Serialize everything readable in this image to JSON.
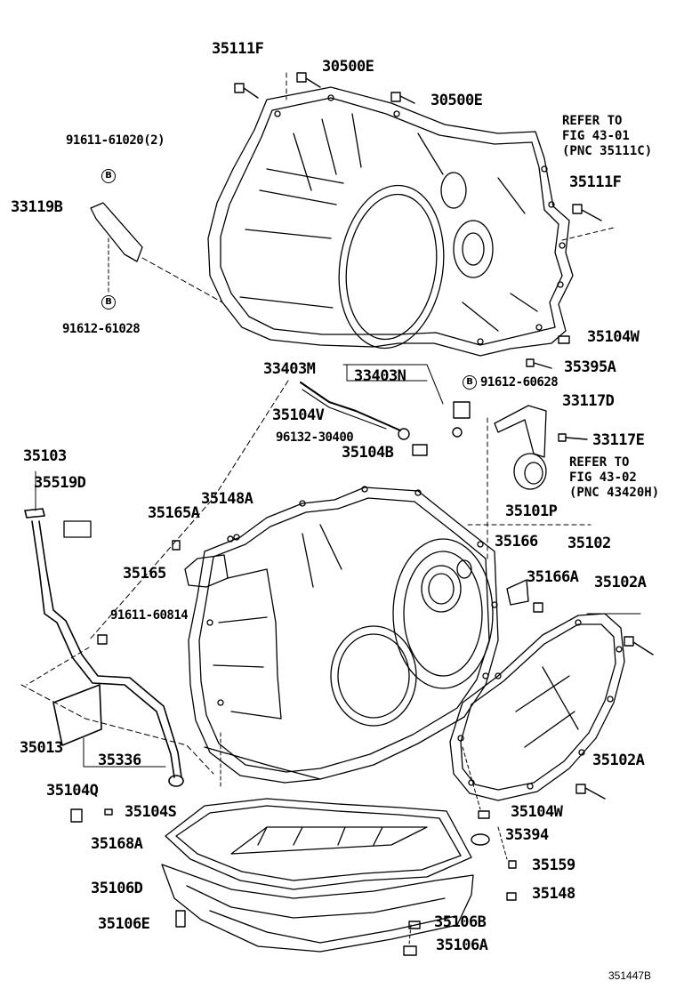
{
  "labels": {
    "p35111F_a": "35111F",
    "p30500E_a": "30500E",
    "p30500E_b": "30500E",
    "p91611_61020": "91611-61020(2)",
    "p33119B": "33119B",
    "p91612_61028": "91612-61028",
    "p35111F_b": "35111F",
    "p35104W_a": "35104W",
    "p33403M": "33403M",
    "p33403N": "33403N",
    "p35395A": "35395A",
    "p91612_60628": "91612-60628",
    "p33117D": "33117D",
    "p35104V": "35104V",
    "p96132_30400": "96132-30400",
    "p33117E": "33117E",
    "p35104B": "35104B",
    "p35103": "35103",
    "p35519D": "35519D",
    "p35148A": "35148A",
    "p35165A": "35165A",
    "p35101P": "35101P",
    "p35166": "35166",
    "p35102": "35102",
    "p35165": "35165",
    "p35166A": "35166A",
    "p35102A_a": "35102A",
    "p91611_60814": "91611-60814",
    "p35013": "35013",
    "p35336": "35336",
    "p35102A_b": "35102A",
    "p35104Q": "35104Q",
    "p35104S": "35104S",
    "p35104W_b": "35104W",
    "p35168A": "35168A",
    "p35394": "35394",
    "p35159": "35159",
    "p35106D": "35106D",
    "p35148": "35148",
    "p35106E": "35106E",
    "p35106B": "35106B",
    "p35106A": "35106A"
  },
  "refs": {
    "ref1_line1": "REFER TO",
    "ref1_line2": "FIG 43-01",
    "ref1_line3": "(PNC 35111C)",
    "ref2_line1": "REFER TO",
    "ref2_line2": "FIG 43-02",
    "ref2_line3": "(PNC 43420H)"
  },
  "marker": "B",
  "diagram_code": "351447B"
}
